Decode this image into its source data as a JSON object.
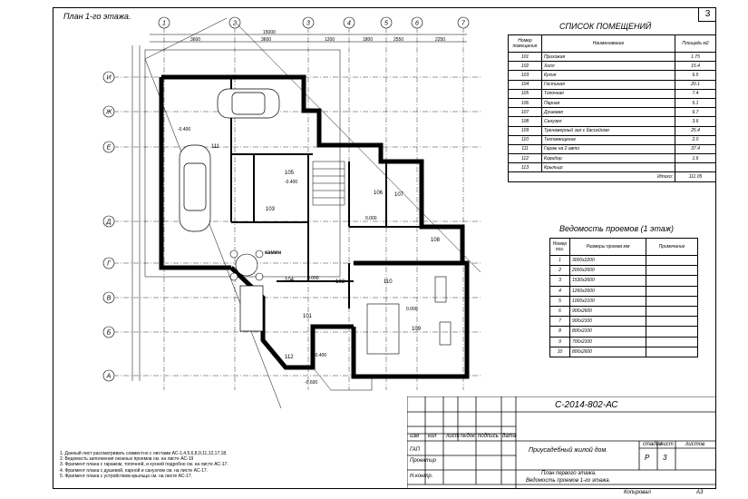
{
  "sheet_number": "3",
  "plan_title": "План 1-го этажа.",
  "axes_vertical": [
    "1",
    "2",
    "3",
    "4",
    "5",
    "6",
    "7"
  ],
  "axes_horizontal": [
    "И",
    "Ж",
    "Е",
    "Д",
    "Г",
    "В",
    "Б",
    "А"
  ],
  "dimensions_top": [
    "15000",
    "3600",
    "3600",
    "1200",
    "1800",
    "2550",
    "2250"
  ],
  "room_labels": [
    "111",
    "105",
    "103",
    "106",
    "107",
    "104",
    "101",
    "110",
    "108",
    "109",
    "112",
    "102",
    "камин"
  ],
  "level_marks": [
    "-0.400",
    "-0.400",
    "0.000",
    "0.000",
    "0.000",
    "-0.400",
    "-0.600"
  ],
  "rooms_table": {
    "title": "СПИСОК ПОМЕЩЕНИЙ",
    "headers": [
      "Номер помещения",
      "Наименование",
      "Площадь м2"
    ],
    "rows": [
      [
        "101",
        "Прихожая",
        "1.75"
      ],
      [
        "102",
        "Холл",
        "15.4"
      ],
      [
        "103",
        "Кухня",
        "6.5"
      ],
      [
        "104",
        "Гостиная",
        "20.1"
      ],
      [
        "105",
        "Топочная",
        "7.4"
      ],
      [
        "106",
        "Парная",
        "5.1"
      ],
      [
        "107",
        "Душевая",
        "6.7"
      ],
      [
        "108",
        "Санузел",
        "3.6"
      ],
      [
        "109",
        "Тренажерный зал с бассейном",
        "25.4"
      ],
      [
        "110",
        "Техпомещение",
        "2.0"
      ],
      [
        "111",
        "Гараж на 2 авто",
        "37.4"
      ],
      [
        "112",
        "Коридор",
        "1.6"
      ],
      [
        "113",
        "Крыльцо",
        ""
      ]
    ],
    "total_label": "Итого:",
    "total_value": "111.05"
  },
  "openings_table": {
    "title": "Ведомость проемов (1 этаж)",
    "headers": [
      "Номер поз.",
      "Размеры проема мм",
      "Примечание"
    ],
    "rows": [
      [
        "1",
        "3000x2200",
        ""
      ],
      [
        "2",
        "2000x2600",
        ""
      ],
      [
        "3",
        "1530x2600",
        ""
      ],
      [
        "4",
        "1260x2600",
        ""
      ],
      [
        "5",
        "1000x2100",
        ""
      ],
      [
        "6",
        "900x2600",
        ""
      ],
      [
        "7",
        "900x2100",
        ""
      ],
      [
        "8",
        "800x2100",
        ""
      ],
      [
        "9",
        "700x2100",
        ""
      ],
      [
        "10",
        "800x2600",
        ""
      ]
    ]
  },
  "notes": [
    "1. Данный лист рассматривать совместно с листами АС-1,4,5,6,8,9,11,12,17,18.",
    "2. Ведомость заполнения оконных проемов см. на листе АС-19",
    "3. Фрагмент плана с гаражом, топочной, и кухней подробно см. на листе АС-17.",
    "4. Фрагмент плана с душевой, парной и санузлом см. на листе АС-17.",
    "5. Фрагмент плана с устройством крыльца см. на листе АС-17."
  ],
  "stamp": {
    "code": "С-2014-802-АС",
    "col_headers": [
      "изм",
      "кол",
      "лист",
      "№док",
      "подпись",
      "дата"
    ],
    "roles": [
      "ГАП",
      "Проектир",
      "Н.контр."
    ],
    "project_name": "Приусадебный жилой дом.",
    "sheet_title_line1": "План первого этажа.",
    "sheet_title_line2": "Ведомость проемов 1-го этажа.",
    "stage_label": "стадия",
    "sheet_label": "лист",
    "sheets_label": "листов",
    "stage_value": "Р",
    "sheet_value": "3",
    "copied_label": "Копировал",
    "format_label": "А3"
  }
}
